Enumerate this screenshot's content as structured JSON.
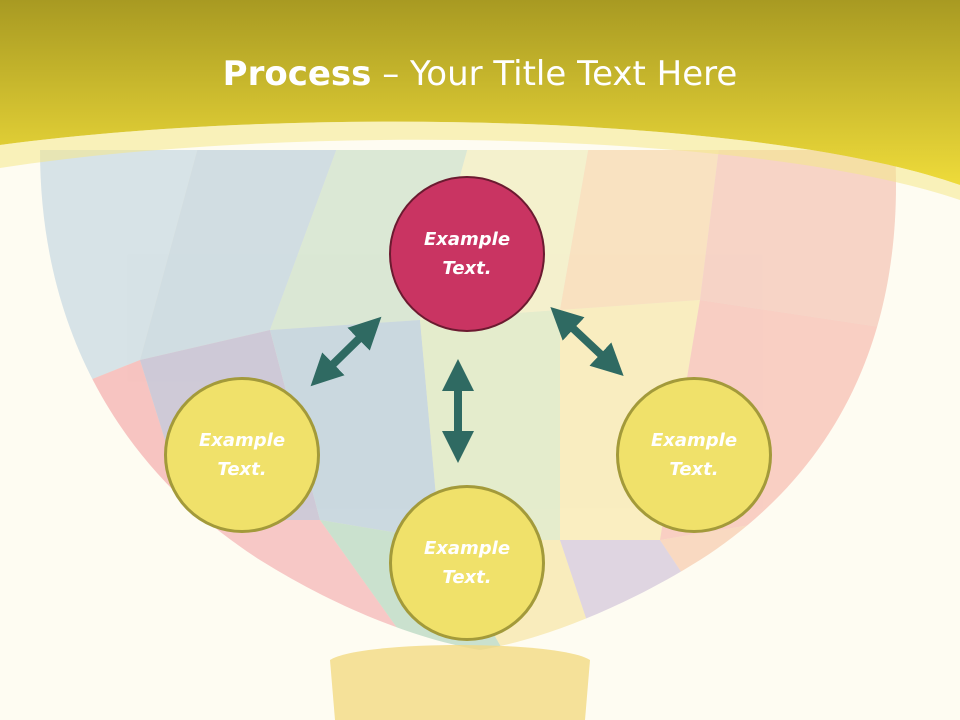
{
  "title": {
    "bold": "Process",
    "dash": " – ",
    "rest": "Your Title Text Here"
  },
  "colors": {
    "header_top": "#a89a22",
    "header_bottom": "#eedb3a",
    "background": "#fefcf2",
    "node_red": "#c93462",
    "node_yellow": "#f0e16a",
    "arrow": "#2f6a62"
  },
  "nodes": [
    {
      "id": "top",
      "label": "Example\nText.",
      "color": "red"
    },
    {
      "id": "left",
      "label": "Example\nText.",
      "color": "yellow"
    },
    {
      "id": "bottom",
      "label": "Example\nText.",
      "color": "yellow"
    },
    {
      "id": "right",
      "label": "Example\nText.",
      "color": "yellow"
    }
  ],
  "arrows": [
    {
      "from": "top",
      "to": "left",
      "style": "double-headed"
    },
    {
      "from": "top",
      "to": "bottom",
      "style": "double-headed"
    },
    {
      "from": "top",
      "to": "right",
      "style": "double-headed"
    }
  ]
}
